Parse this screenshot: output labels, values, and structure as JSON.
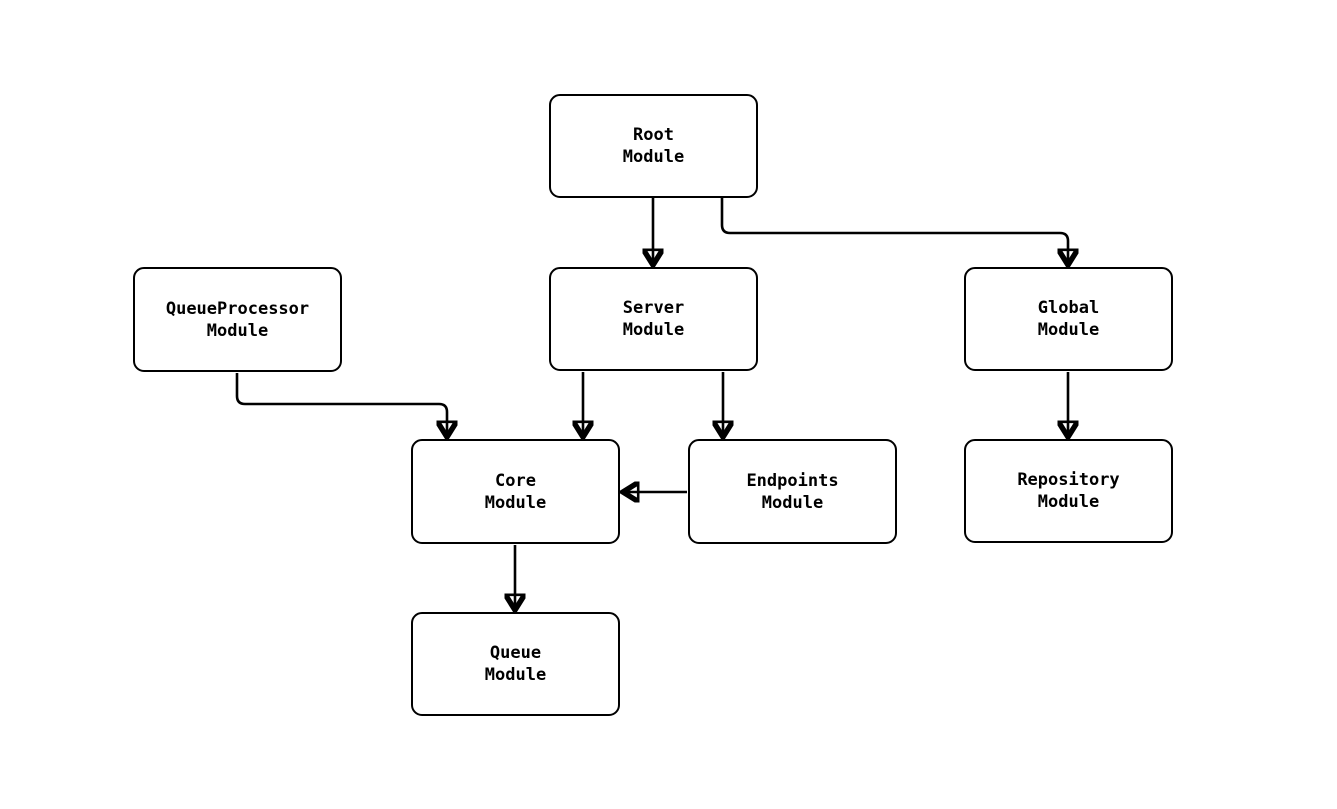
{
  "diagram": {
    "type": "module-dependency-flowchart",
    "colors": {
      "background": "#ffffff",
      "node_fill": "#ffffff",
      "node_border": "#000000",
      "edge_stroke": "#000000",
      "text": "#000000"
    },
    "nodes": {
      "root": {
        "label": "Root\nModule"
      },
      "queue_processor": {
        "label": "QueueProcessor\nModule"
      },
      "server": {
        "label": "Server\nModule"
      },
      "global": {
        "label": "Global\nModule"
      },
      "core": {
        "label": "Core\nModule"
      },
      "endpoints": {
        "label": "Endpoints\nModule"
      },
      "repository": {
        "label": "Repository\nModule"
      },
      "queue": {
        "label": "Queue\nModule"
      }
    },
    "edges": [
      {
        "from": "Root Module",
        "to": "Server Module"
      },
      {
        "from": "Root Module",
        "to": "Global Module"
      },
      {
        "from": "QueueProcessor Module",
        "to": "Core Module"
      },
      {
        "from": "Server Module",
        "to": "Core Module"
      },
      {
        "from": "Server Module",
        "to": "Endpoints Module"
      },
      {
        "from": "Endpoints Module",
        "to": "Core Module"
      },
      {
        "from": "Global Module",
        "to": "Repository Module"
      },
      {
        "from": "Core Module",
        "to": "Queue Module"
      }
    ]
  }
}
